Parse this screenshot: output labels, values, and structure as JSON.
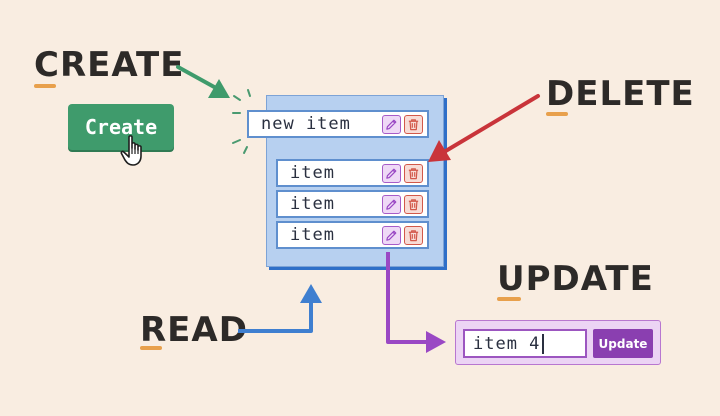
{
  "labels": {
    "create": "CREATE",
    "delete": "DELETE",
    "update": "UPDATE",
    "read": "READ"
  },
  "create_button": {
    "label": "Create"
  },
  "list": {
    "new_item": "new item",
    "items": [
      "item",
      "item",
      "item"
    ]
  },
  "update_form": {
    "input_value": "item 4",
    "button_label": "Update"
  },
  "colors": {
    "background": "#f9ede1",
    "create_green": "#3f9b6c",
    "delete_red": "#c9343a",
    "read_blue": "#3f7fd0",
    "update_purple": "#9a48c4",
    "underline_orange": "#e8a04c"
  }
}
